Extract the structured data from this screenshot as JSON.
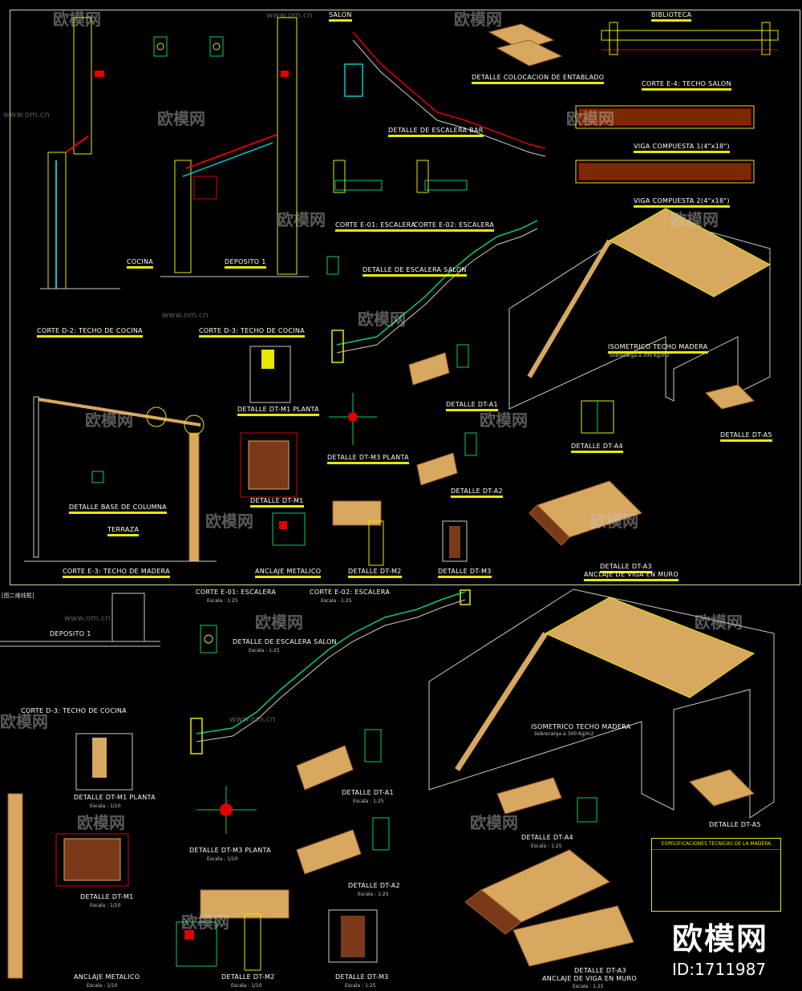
{
  "top_sheet": {
    "labels": {
      "corte_d2": "CORTE D-2: TECHO DE COCINA",
      "corte_d3": "CORTE D-3: TECHO DE COCINA",
      "cocina": "COCINA",
      "deposito": "DEPOSITO 1",
      "salon": "SALON",
      "detalle_escalera_bar": "DETALLE DE ESCALERA BAR",
      "detalle_entablado": "DETALLE COLOCACION DE ENTABLADO",
      "corte_e4": "CORTE E-4: TECHO SALON",
      "biblioteca": "BIBLIOTECA",
      "viga_comp_1": "VIGA COMPUESTA 1(4\"x18\")",
      "viga_comp_2": "VIGA COMPUESTA 2(4\"x18\")",
      "corte_e01": "CORTE E-01: ESCALERA",
      "corte_e02": "CORTE E-02: ESCALERA",
      "detalle_escalera_salon": "DETALLE DE ESCALERA SALON",
      "isometrico": "ISOMETRICO TECHO MADERA",
      "sobrecarga": "Sobrecarga a 300 Kg/m2",
      "dt_m1_planta": "DETALLE DT-M1 PLANTA",
      "dt_m3_planta": "DETALLE DT-M3 PLANTA",
      "base_columna": "DETALLE BASE DE COLUMNA",
      "dt_m1": "DETALLE DT-M1",
      "terraza": "TERRAZA",
      "corte_e3": "CORTE E-3: TECHO DE MADERA",
      "anclaje_metalico": "ANCLAJE METALICO",
      "dt_m2": "DETALLE DT-M2",
      "dt_m3": "DETALLE DT-M3",
      "dt_a1": "DETALLE DT-A1",
      "dt_a2": "DETALLE DT-A2",
      "dt_a3": "DETALLE DT-A3",
      "anclaje_viga": "ANCLAJE DE VIGA EN MURO",
      "dt_a4": "DETALLE DT-A4",
      "dt_a5": "DETALLE DT-A5"
    }
  },
  "bottom_sheet": {
    "frame_tag": "[图二维线框]",
    "labels": {
      "corte_e01": "CORTE E-01: ESCALERA",
      "corte_e02": "CORTE E-02: ESCALERA",
      "escala_125": "Escala : 1:25",
      "escala_110": "Escala : 1/10",
      "deposito": "DEPOSITO 1",
      "corte_d3": "CORTE D-3: TECHO DE COCINA",
      "detalle_escalera_salon": "DETALLE DE ESCALERA SALON",
      "isometrico": "ISOMETRICO TECHO MADERA",
      "sobrecarga": "Sobrecarga a 300 Kg/m2",
      "dt_m1_planta": "DETALLE DT-M1 PLANTA",
      "dt_m3_planta": "DETALLE DT-M3 PLANTA",
      "dt_m1": "DETALLE DT-M1",
      "anclaje_metalico": "ANCLAJE METALICO",
      "dt_m2": "DETALLE DT-M2",
      "dt_m3": "DETALLE DT-M3",
      "dt_a1": "DETALLE DT-A1",
      "dt_a2": "DETALLE DT-A2",
      "dt_a3": "DETALLE DT-A3",
      "anclaje_viga": "ANCLAJE DE VIGA EN MURO",
      "dt_a4": "DETALLE DT-A4",
      "dt_a5": "DETALLE DT-A5",
      "especificaciones": "ESPECIFICACIONES TECNICAS DE LA MADERA"
    }
  },
  "watermark": {
    "brand": "欧模网",
    "url": "www.om.cn",
    "cn_big": "欧模网",
    "id": "ID:1711987"
  },
  "colors": {
    "background": "#000000",
    "frame": "#d7d7a0",
    "yellow": "#e8e800",
    "red": "#e00000",
    "green": "#00d070",
    "cyan": "#00c8c8",
    "wood": "#d8a860"
  }
}
